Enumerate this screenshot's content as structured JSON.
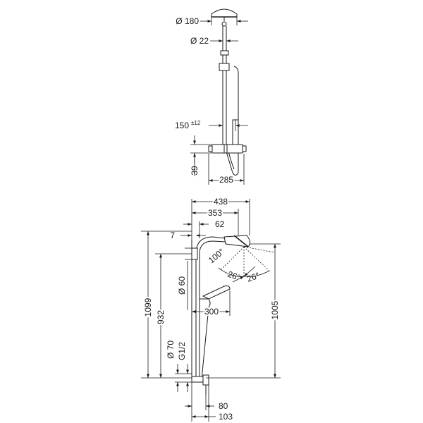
{
  "top_view": {
    "dims": {
      "head_diameter": "Ø 180",
      "rail_diameter": "Ø 22",
      "offset": "150",
      "offset_tolerance": "±12",
      "mixer_height": "39",
      "width": "285"
    }
  },
  "side_view": {
    "dims": {
      "projection_total": "438",
      "projection_head": "353",
      "projection_arm": "62",
      "wall_gap": "7",
      "height_total": "1099",
      "height_arm": "932",
      "height_head": "1005",
      "spray_angle": "100°",
      "tilt_left": "26°",
      "tilt_right": "26°",
      "bracket_diameter": "Ø 60",
      "hand_projection": "300",
      "flange_diameter": "Ø 70",
      "thread": "G1/2",
      "outlet_80": "80",
      "outlet_103": "103"
    }
  }
}
